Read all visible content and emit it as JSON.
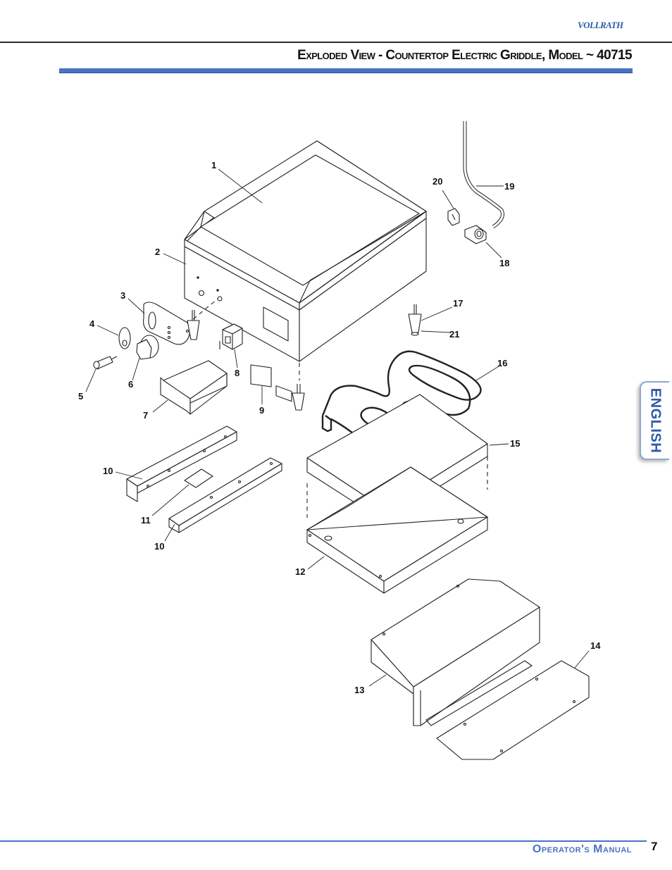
{
  "header": {
    "brand": "VOLLRATH",
    "title": "Exploded View - Countertop Electric Griddle, Model ~ 40715"
  },
  "side_tab": {
    "label": "ENGLISH"
  },
  "diagram": {
    "labels": [
      "1",
      "2",
      "3",
      "4",
      "5",
      "6",
      "7",
      "8",
      "9",
      "10",
      "11",
      "10",
      "12",
      "13",
      "14",
      "15",
      "16",
      "17",
      "18",
      "19",
      "20",
      "21"
    ]
  },
  "footer": {
    "manual": "Operator's Manual",
    "page": "7"
  },
  "colors": {
    "accent": "#4a72c4",
    "brand": "#2f5aa8"
  }
}
